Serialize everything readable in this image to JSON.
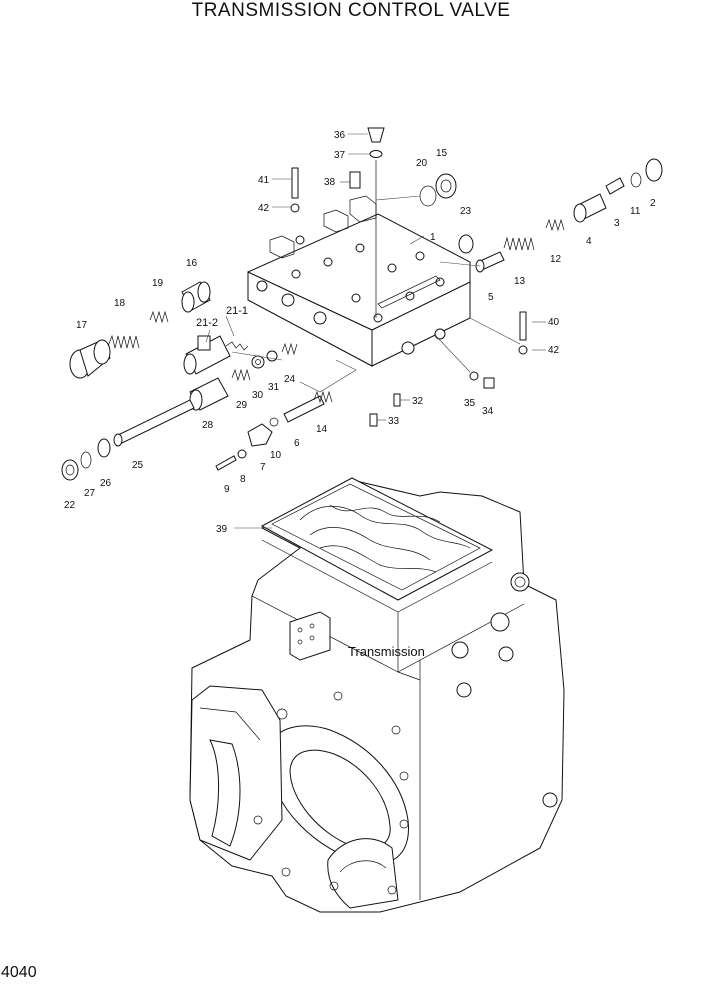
{
  "title": "TRANSMISSION CONTROL VALVE",
  "page_number": "4040",
  "assembly_label": "Transmission",
  "callouts": [
    "36",
    "37",
    "41",
    "38",
    "20",
    "15",
    "42",
    "23",
    "1",
    "11",
    "2",
    "3",
    "4",
    "12",
    "13",
    "5",
    "16",
    "19",
    "18",
    "21-1",
    "21-2",
    "17",
    "24",
    "31",
    "30",
    "29",
    "40",
    "42",
    "32",
    "35",
    "34",
    "28",
    "33",
    "14",
    "6",
    "10",
    "7",
    "8",
    "9",
    "25",
    "26",
    "27",
    "22",
    "39"
  ]
}
